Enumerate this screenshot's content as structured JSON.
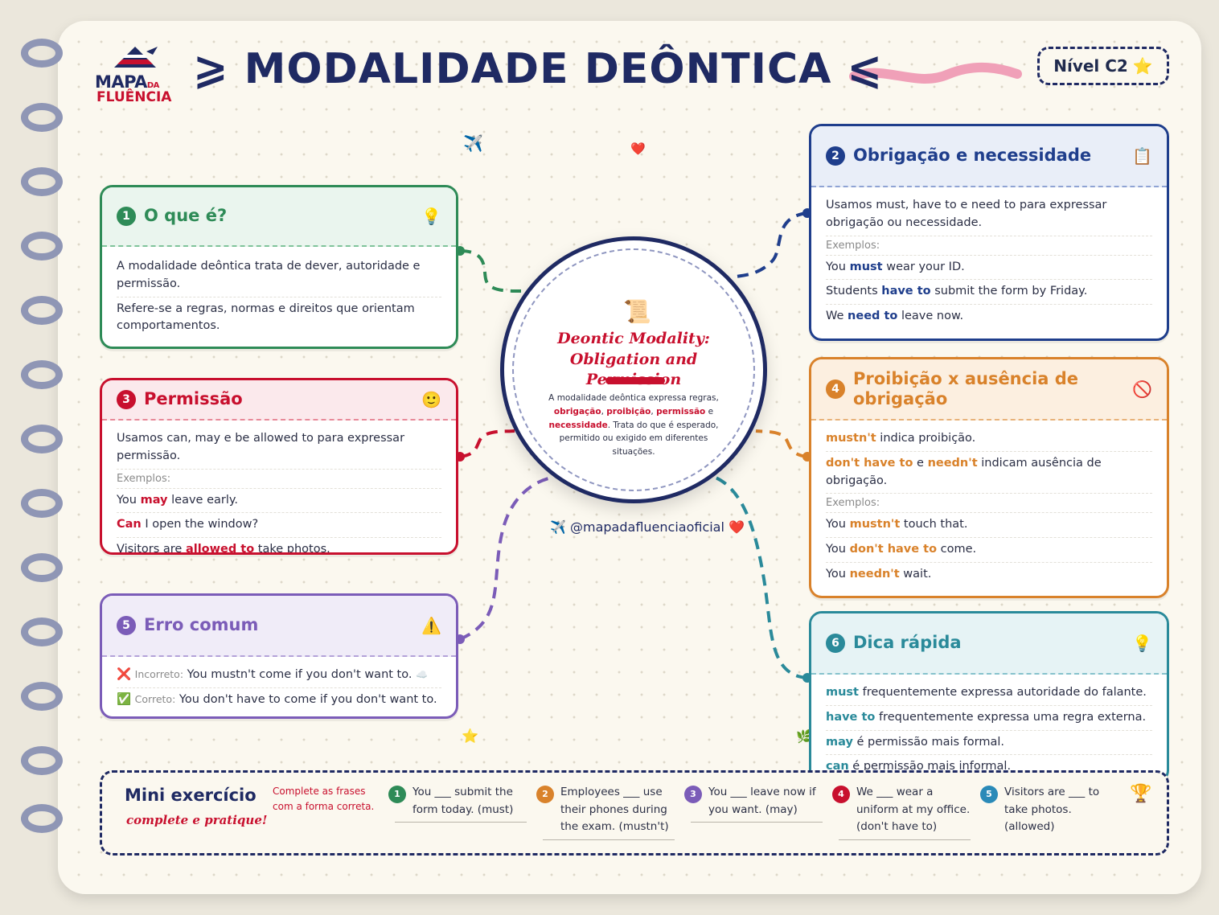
{
  "logo": {
    "line1": "MAPA",
    "line1_small": "DA",
    "line2": "FLUÊNCIA"
  },
  "title": "⩾ MODALIDADE DEÔNTICA ⩽",
  "level": {
    "label": "Nível C2",
    "icon": "⭐"
  },
  "center": {
    "icon": "📜",
    "title": "Deontic Modality: Obligation and Permission",
    "desc_parts": [
      "A modalidade deôntica expressa regras, ",
      "obrigação",
      ", ",
      "proibição",
      ", ",
      "permissão",
      " e ",
      "necessidade",
      ". Trata do que é esperado, permitido ou exigido em diferentes situações."
    ]
  },
  "handle": "✈️ @mapadafluenciaoficial ❤️",
  "colors": {
    "green": "#2e8b57",
    "red": "#c8102e",
    "purple": "#7b5cb8",
    "blue": "#1f3e8c",
    "orange": "#d9822b",
    "teal": "#2a8a9a",
    "navy": "#1f2a63"
  },
  "cards": {
    "c1": {
      "num": "1",
      "title": "O que é?",
      "icon": "💡",
      "lines": [
        "A modalidade deôntica trata de dever, autoridade e permissão.",
        "Refere-se a regras, normas e direitos que orientam comportamentos."
      ]
    },
    "c2": {
      "num": "2",
      "title": "Obrigação e necessidade",
      "icon": "📋",
      "intro": "Usamos must, have to e need to para expressar obrigação ou necessidade.",
      "examples_label": "Exemplos:",
      "examples": [
        [
          "You ",
          "must",
          " wear your ID."
        ],
        [
          "Students ",
          "have to",
          " submit the form by Friday."
        ],
        [
          "We ",
          "need to",
          " leave now."
        ]
      ]
    },
    "c3": {
      "num": "3",
      "title": "Permissão",
      "icon": "🙂",
      "intro": "Usamos can, may e be allowed to para expressar permissão.",
      "examples_label": "Exemplos:",
      "examples": [
        [
          "You ",
          "may",
          " leave early."
        ],
        [
          "",
          "Can",
          " I open the window?"
        ],
        [
          "Visitors are ",
          "allowed to",
          " take photos."
        ]
      ]
    },
    "c4": {
      "num": "4",
      "title": "Proibição x ausência de obrigação",
      "icon": "🚫",
      "rule1": [
        "",
        "mustn't",
        " indica proibição."
      ],
      "rule2": [
        "don't have to",
        " e ",
        "needn't",
        " indicam ausência de obrigação."
      ],
      "examples_label": "Exemplos:",
      "examples": [
        [
          "You ",
          "mustn't",
          " touch that."
        ],
        [
          "You ",
          "don't have to",
          " come."
        ],
        [
          "You ",
          "needn't",
          " wait."
        ]
      ]
    },
    "c5": {
      "num": "5",
      "title": "Erro comum",
      "icon": "⚠️",
      "wrong_icon": "❌",
      "wrong_label": "Incorreto:",
      "wrong": "You mustn't come if you don't want to.",
      "wrong_tail": "☁️",
      "right_icon": "✅",
      "right_label": "Correto:",
      "right": "You don't have to come if you don't want to."
    },
    "c6": {
      "num": "6",
      "title": "Dica rápida",
      "icon": "💡",
      "tips": [
        [
          "must",
          " frequentemente expressa autoridade do falante."
        ],
        [
          "have to",
          " frequentemente expressa uma regra externa."
        ],
        [
          "may",
          " é permissão mais formal."
        ],
        [
          "can",
          " é permissão mais informal."
        ]
      ]
    }
  },
  "exercise": {
    "title": "Mini exercício",
    "subtitle": "complete e pratique!",
    "instruction": "Complete as frases com a forma correta.",
    "trophy": "🏆",
    "items": [
      {
        "num": "1",
        "text": "You ___ submit the form today. (must)"
      },
      {
        "num": "2",
        "text": "Employees ___ use their phones during the exam. (mustn't)"
      },
      {
        "num": "3",
        "text": "You ___ leave now if you want. (may)"
      },
      {
        "num": "4",
        "text": "We ___ wear a uniform at my office. (don't have to)"
      },
      {
        "num": "5",
        "text": "Visitors are ___ to take photos. (allowed)"
      }
    ]
  },
  "decor": {
    "plane": "✈️",
    "heart": "❤️",
    "star": "⭐",
    "leaf": "🌿"
  }
}
